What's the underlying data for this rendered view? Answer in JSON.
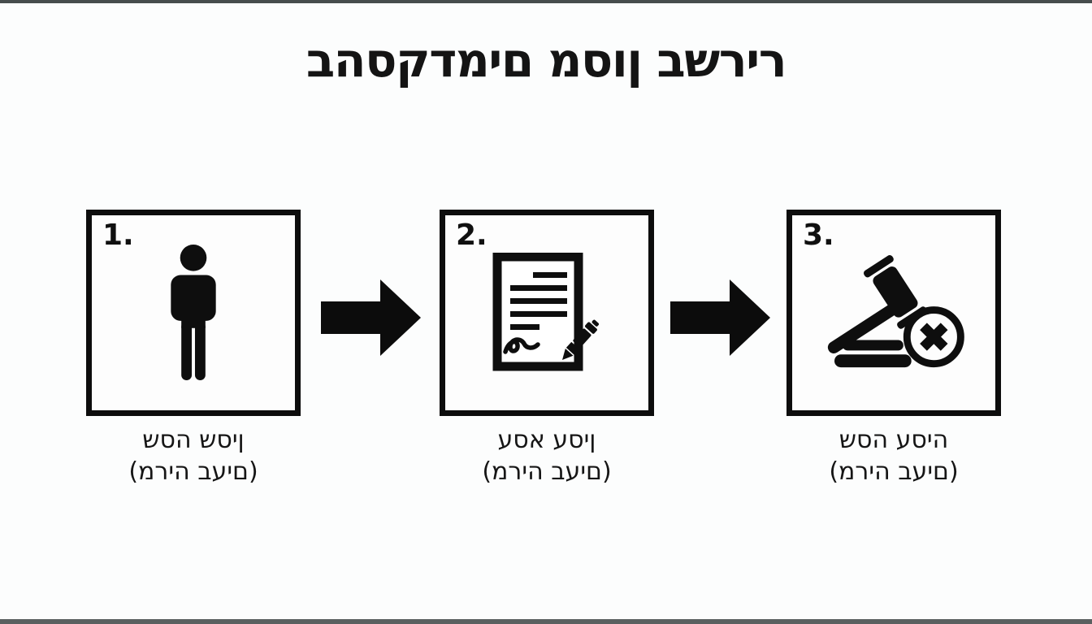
{
  "title": "בהסקדמים מסון בשריר",
  "steps": [
    {
      "number": "1.",
      "icon": "person-icon",
      "caption_line1": "שסה שסין",
      "caption_line2": "(מריה בעים)"
    },
    {
      "number": "2.",
      "icon": "signed-document-icon",
      "caption_line1": "עסא עסין",
      "caption_line2": "(מריה בעים)"
    },
    {
      "number": "3.",
      "icon": "gavel-cancel-icon",
      "caption_line1": "שסה עסיה",
      "caption_line2": "(מריה בעים)"
    }
  ],
  "connector_icon": "arrow-right-icon",
  "colors": {
    "ink": "#0e0e0e",
    "background": "#fcfdfd",
    "top_strip": "#474d4d",
    "bottom_strip": "#5a6060"
  }
}
